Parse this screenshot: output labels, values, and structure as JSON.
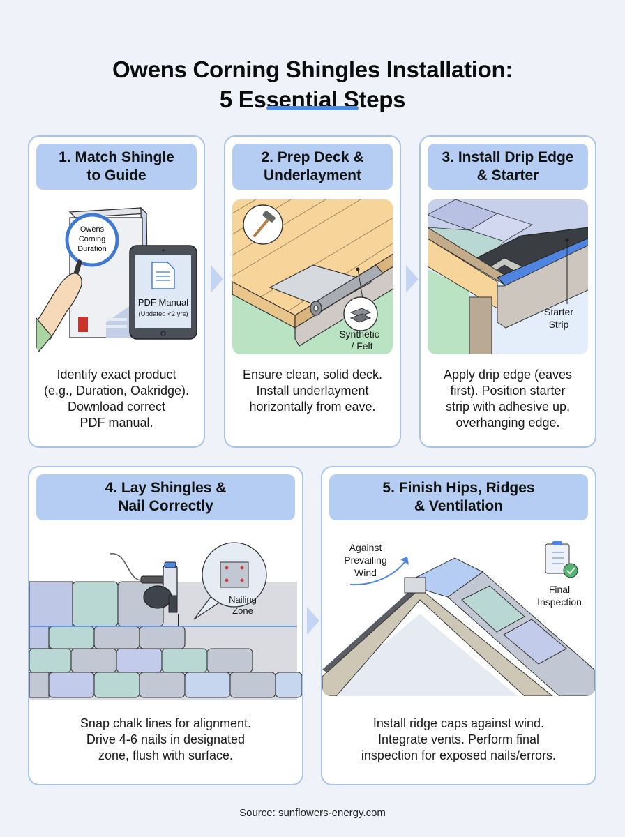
{
  "header": {
    "title": "Owens Corning Shingles Installation:\n5 Essential Steps",
    "title_line1": "Owens Corning Shingles Installation:",
    "title_line2": "5 Essential Steps",
    "accent_color": "#4f8ade"
  },
  "steps": [
    {
      "number": 1,
      "title": "1. Match Shingle\nto Guide",
      "description": "Identify exact product\n(e.g., Duration, Oakridge).\nDownload correct\nPDF manual.",
      "illustration": {
        "icon": "magnifier-over-shingle-box-and-tablet-icon",
        "box_label": [
          "Owens",
          "Corning",
          "Duration"
        ],
        "tablet_label": "PDF Manual",
        "tablet_sublabel": "(Updated <2 yrs)"
      }
    },
    {
      "number": 2,
      "title": "2. Prep Deck &\nUnderlayment",
      "description": "Ensure clean, solid deck.\nInstall underlayment\nhorizontally from eave.",
      "illustration": {
        "icon": "roof-deck-with-underlayment-roll-icon",
        "callout_label": "Synthetic\n/ Felt",
        "tool_icon": "hammer-icon",
        "layers_icon": "layers-icon"
      }
    },
    {
      "number": 3,
      "title": "3. Install Drip Edge\n& Starter",
      "description": "Apply drip edge (eaves\nfirst). Position starter\nstrip with adhesive up,\noverhanging edge.",
      "illustration": {
        "icon": "roof-eave-drip-edge-icon",
        "callout_label": "Starter\nStrip"
      }
    },
    {
      "number": 4,
      "title": "4. Lay Shingles &\nNail Correctly",
      "description": "Snap chalk lines for alignment.\nDrive 4-6 nails in designated\nzone, flush with surface.",
      "illustration": {
        "icon": "nail-gun-over-shingle-rows-icon",
        "callout_label": "Nailing\nZone"
      }
    },
    {
      "number": 5,
      "title": "5. Finish Hips, Ridges\n& Ventilation",
      "description": "Install ridge caps against wind.\nIntegrate vents. Perform final\ninspection for exposed nails/errors.",
      "illustration": {
        "icon": "roof-ridge-cap-with-vent-icon",
        "wind_label": "Against\nPrevailing\nWind",
        "inspection_label": "Final\nInspection",
        "checklist_icon": "clipboard-checklist-icon"
      }
    }
  ],
  "footer": {
    "source": "Source: sunflowers-energy.com"
  },
  "colors": {
    "background": "#eff3f9",
    "card_border": "#aac4e8",
    "header_fill": "#b5cdf3",
    "flow_arrow": "#c3d5f2"
  }
}
